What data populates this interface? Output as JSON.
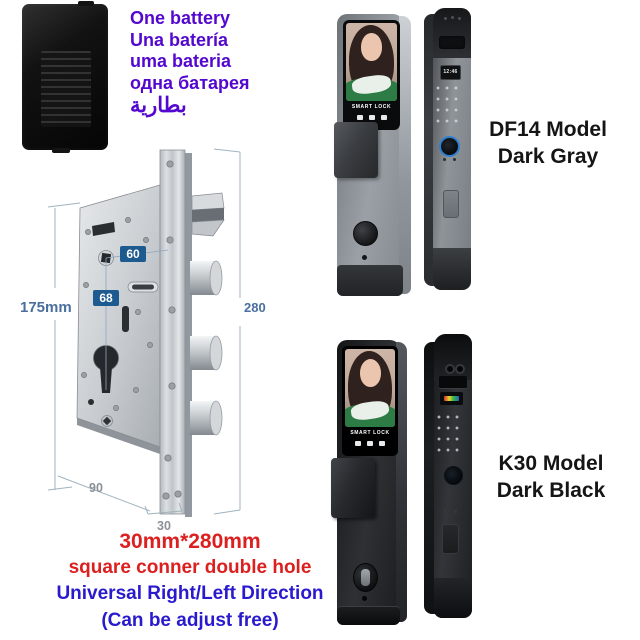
{
  "colors": {
    "background": "#ffffff",
    "battery_note_purple": "#5408cf",
    "caption_red": "#dc1f1f",
    "caption_blue": "#2a1acd",
    "dim_label_blue": "#4a6f9e",
    "dim_label_gray": "#8a9096",
    "dim_badge_blue": "#1d5a8f",
    "model_label_black": "#151515",
    "fingerprint_ring_blue": "#2e7fd0",
    "gray_body": "#8f9499",
    "black_body": "#1b1d1f"
  },
  "battery": {
    "lines": [
      "One battery",
      "Una batería",
      "uma bateria",
      "одна батарея",
      "بطارية"
    ]
  },
  "diagram": {
    "dims": {
      "total_height": "175mm",
      "faceplate_height": "280",
      "backset": "60",
      "center_spacing": "68",
      "body_depth": "90",
      "faceplate_width": "30"
    }
  },
  "caption": {
    "line1": "30mm*280mm",
    "line2": "square conner double hole",
    "line3": "Universal Right/Left Direction",
    "line4": "(Can be adjust free)"
  },
  "products": [
    {
      "model": "DF14 Model",
      "finish": "Dark Gray",
      "screen_caption": "SMART LOCK",
      "clock": "12:46"
    },
    {
      "model": "K30 Model",
      "finish": "Dark Black",
      "screen_caption": "SMART LOCK"
    }
  ]
}
